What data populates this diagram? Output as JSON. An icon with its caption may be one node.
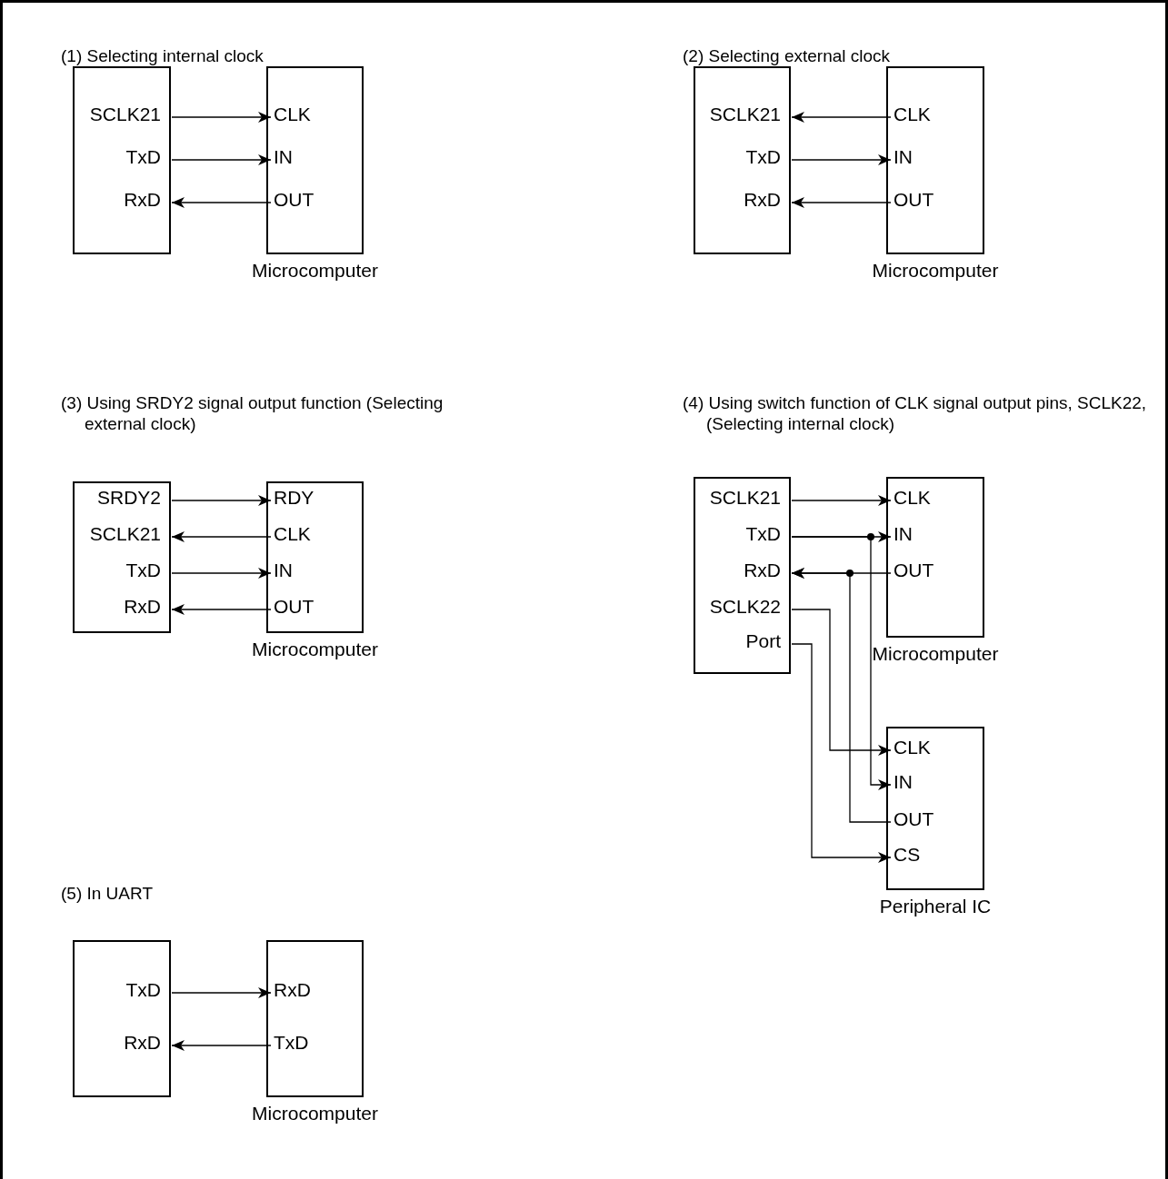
{
  "diagram": {
    "nodes": [
      {
        "text": [],
        "shape": "box"
      },
      {
        "text": [
          "SCLK21"
        ],
        "in": 0
      },
      {
        "text": [
          "TxD"
        ],
        "in": 0
      },
      {
        "text": [
          "RxD"
        ],
        "in": 0
      },
      {
        "text": [
          "Microcomputer"
        ]
      },
      {
        "text": [
          "CLK"
        ],
        "in": 4
      },
      {
        "text": [
          "IN"
        ],
        "in": 4
      },
      {
        "text": [
          "OUT"
        ],
        "in": 4
      },
      {
        "text": [],
        "shape": "box"
      },
      {
        "text": [
          "SCLK21"
        ],
        "in": 8
      },
      {
        "text": [
          "TxD"
        ],
        "in": 8
      },
      {
        "text": [
          "RxD"
        ],
        "in": 8
      },
      {
        "text": [
          "Microcomputer"
        ]
      },
      {
        "text": [
          "CLK"
        ],
        "in": 12
      },
      {
        "text": [
          "IN"
        ],
        "in": 12
      },
      {
        "text": [
          "OUT"
        ],
        "in": 12
      },
      {
        "text": [],
        "shape": "box"
      },
      {
        "text": [
          "SRDY2"
        ],
        "in": 16
      },
      {
        "text": [
          "SCLK21"
        ],
        "in": 16
      },
      {
        "text": [
          "TxD"
        ],
        "in": 16
      },
      {
        "text": [
          "RxD"
        ],
        "in": 16
      },
      {
        "text": [
          "Microcomputer"
        ]
      },
      {
        "text": [
          "RDY"
        ],
        "in": 21
      },
      {
        "text": [
          "CLK"
        ],
        "in": 21
      },
      {
        "text": [
          "IN"
        ],
        "in": 21
      },
      {
        "text": [
          "OUT"
        ],
        "in": 21
      },
      {
        "text": [],
        "shape": "box"
      },
      {
        "text": [
          "SCLK21"
        ],
        "in": 26
      },
      {
        "text": [
          "TxD"
        ],
        "in": 26
      },
      {
        "text": [
          "RxD"
        ],
        "in": 26
      },
      {
        "text": [
          "SCLK22"
        ],
        "in": 26
      },
      {
        "text": [
          "Port"
        ],
        "in": 26
      },
      {
        "text": [
          "Microcomputer"
        ]
      },
      {
        "text": [
          "CLK"
        ],
        "in": 32
      },
      {
        "text": [
          "IN"
        ],
        "in": 32
      },
      {
        "text": [
          "OUT"
        ],
        "in": 32
      },
      {
        "text": [
          "Peripheral IC"
        ]
      },
      {
        "text": [
          "CLK"
        ],
        "in": 36
      },
      {
        "text": [
          "IN"
        ],
        "in": 36
      },
      {
        "text": [
          "OUT"
        ],
        "in": 36
      },
      {
        "text": [
          "CS"
        ],
        "in": 36
      },
      {
        "text": [],
        "shape": "box"
      },
      {
        "text": [
          "TxD"
        ],
        "in": 41
      },
      {
        "text": [
          "RxD"
        ],
        "in": 41
      },
      {
        "text": [
          "Microcomputer"
        ]
      },
      {
        "text": [
          "RxD"
        ],
        "in": 44
      },
      {
        "text": [
          "TxD"
        ],
        "in": 44
      }
    ],
    "edges": [
      {
        "from": 1,
        "to": 5,
        "arrow": "to"
      },
      {
        "from": 2,
        "to": 6,
        "arrow": "to"
      },
      {
        "from": 7,
        "to": 3,
        "arrow": "to"
      },
      {
        "from": 13,
        "to": 9,
        "arrow": "to"
      },
      {
        "from": 10,
        "to": 14,
        "arrow": "to"
      },
      {
        "from": 15,
        "to": 11,
        "arrow": "to"
      },
      {
        "from": 17,
        "to": 22,
        "arrow": "to"
      },
      {
        "from": 23,
        "to": 18,
        "arrow": "to"
      },
      {
        "from": 19,
        "to": 24,
        "arrow": "to"
      },
      {
        "from": 25,
        "to": 20,
        "arrow": "to"
      },
      {
        "from": 27,
        "to": 33,
        "arrow": "to"
      },
      {
        "from": 28,
        "to": 34,
        "arrow": "to"
      },
      {
        "from": 35,
        "to": 29,
        "arrow": "to"
      },
      {
        "from": 30,
        "to": 37,
        "arrow": "to"
      },
      {
        "from": 28,
        "to": 38,
        "arrow": "to"
      },
      {
        "from": 39,
        "to": 29,
        "arrow": "to"
      },
      {
        "from": 31,
        "to": 40,
        "arrow": "to"
      },
      {
        "from": 42,
        "to": 45,
        "arrow": "to"
      },
      {
        "from": 46,
        "to": 43,
        "arrow": "to"
      }
    ],
    "labels": [
      "(1) Selecting internal clock",
      "(2) Selecting external clock",
      "(3) Using SRDY2 signal output function (Selecting external clock)",
      "(4) Using switch function of CLK signal output pins, SCLK22, (Selecting internal clock)",
      "(5) In UART"
    ]
  }
}
